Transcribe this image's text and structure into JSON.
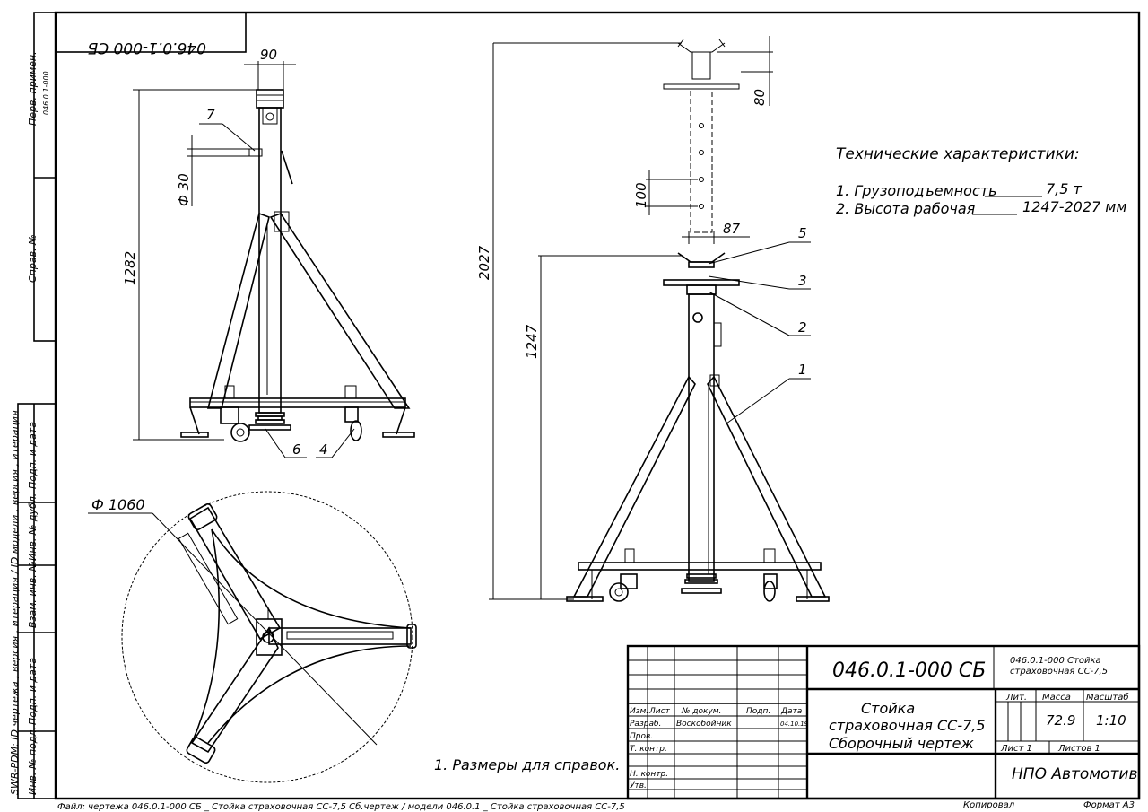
{
  "doc_code_mirrored": "046.0.1-000 СБ",
  "side_margin": {
    "perv_primen_label": "Перв. примен.",
    "perv_primen_value": "046.0.1-000",
    "sprav_label": "Справ. №",
    "podp_data_1": "Подп. и дата",
    "inv_dubl": "Инв. № дубл.",
    "vzam_inv": "Взам. инв. №",
    "podp_data_2": "Подп. и дата",
    "inv_podl": "Инв. № подл.",
    "swr_line_1": "SWR-PDM: ID чертежа , версия , итерация / ID модели , версия , итерация",
    "swr_line_2": ""
  },
  "dimensions": {
    "d90": "90",
    "d80": "80",
    "d30": "Ф 30",
    "d1282": "1282",
    "d2027": "2027",
    "d1247": "1247",
    "d100": "100",
    "d87": "87",
    "d1060": "Ф 1060"
  },
  "callouts": {
    "c1": "1",
    "c2": "2",
    "c3": "3",
    "c4": "4",
    "c5": "5",
    "c6": "6",
    "c7": "7"
  },
  "specs": {
    "title": "Технические характеристики:",
    "line1_label": "1. Грузоподъемность",
    "line1_value": "7,5 т",
    "line2_label": "2. Высота рабочая",
    "line2_value": "1247-2027 мм"
  },
  "note": "1.   Размеры для справок.",
  "title_block": {
    "code": "046.0.1-000 СБ",
    "code_desc_1": "046.0.1-000 Стойка",
    "code_desc_2": "страховочная СС-7,5",
    "name_1": "Стойка",
    "name_2": "страховочная СС-7,5",
    "name_3": "Сборочный чертеж",
    "hdr_izm": "Изм.",
    "hdr_list": "Лист",
    "hdr_ndokum": "№ докум.",
    "hdr_podp": "Подп.",
    "hdr_data": "Дата",
    "row_razrab": "Разраб.",
    "razrab_name": "Воскобойник",
    "razrab_date": "04.10.19",
    "row_prov": "Пров.",
    "row_tkontr": "Т. контр.",
    "row_nkontr": "Н. контр.",
    "row_utv": "Утв.",
    "lit": "Лит.",
    "massa": "Масса",
    "masshtab": "Масштаб",
    "massa_val": "72.9",
    "masshtab_val": "1:10",
    "list": "Лист 1",
    "listov": "Листов 1",
    "org": "НПО Автомотив"
  },
  "footer": {
    "file": "Файл: чертежа 046.0.1-000 СБ _ Стойка страховочная СС-7,5 Сб.чертеж / модели 046.0.1 _ Стойка страховочная СС-7,5",
    "kopiroval": "Копировал",
    "format": "Формат A3"
  }
}
